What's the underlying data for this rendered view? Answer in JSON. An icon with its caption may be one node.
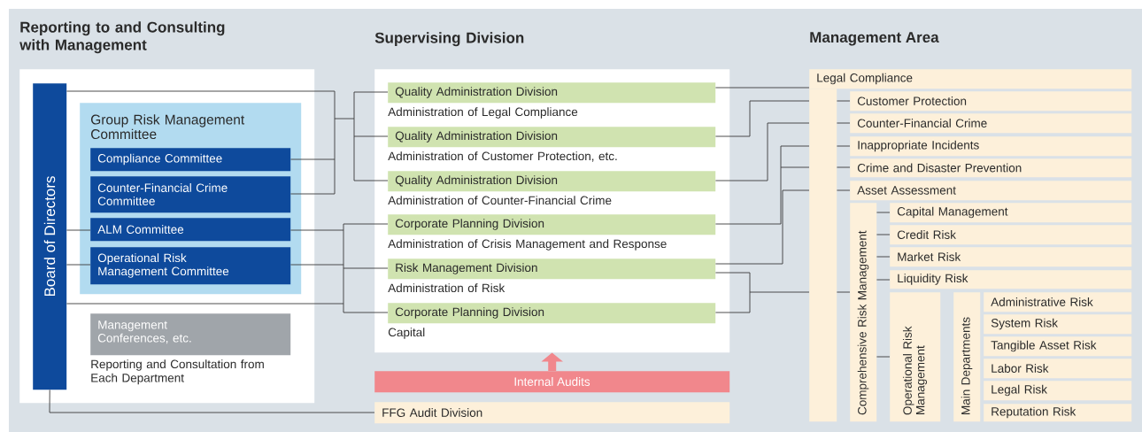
{
  "diagram": {
    "nodes": [
      {
        "text": [
          "Reporting to and Consulting with Management"
        ]
      },
      {
        "text": [
          "Board of Directors"
        ],
        "in": 0
      },
      {
        "text": [
          "Group Risk Management Committee"
        ],
        "in": 0
      },
      {
        "text": [
          "Compliance Committee"
        ],
        "in": 2
      },
      {
        "text": [
          "Counter-Financial Crime Committee"
        ],
        "in": 2
      },
      {
        "text": [
          "ALM Committee"
        ],
        "in": 2
      },
      {
        "text": [
          "Operational Risk Management Committee"
        ],
        "in": 2
      },
      {
        "text": [
          "Management Conferences, etc."
        ],
        "in": 0,
        "beside": [
          "Reporting and Consultation from Each Department"
        ]
      },
      {
        "text": [
          "Supervising Division"
        ]
      },
      {
        "text": [
          "Quality Administration Division"
        ],
        "in": 8,
        "beside": [
          "Administration of Legal Compliance"
        ]
      },
      {
        "text": [
          "Quality Administration Division"
        ],
        "in": 8,
        "beside": [
          "Administration of Customer Protection, etc."
        ]
      },
      {
        "text": [
          "Quality Administration Division"
        ],
        "in": 8,
        "beside": [
          "Administration of Counter-Financial Crime"
        ]
      },
      {
        "text": [
          "Corporate Planning Division"
        ],
        "in": 8,
        "beside": [
          "Administration of Crisis Management and Response"
        ]
      },
      {
        "text": [
          "Risk Management Division"
        ],
        "in": 8,
        "beside": [
          "Administration of Risk"
        ]
      },
      {
        "text": [
          "Corporate Planning Division"
        ],
        "in": 8,
        "beside": [
          "Capital"
        ]
      },
      {
        "text": [
          "Internal Audits"
        ]
      },
      {
        "text": [
          "FFG Audit Division"
        ]
      },
      {
        "text": [
          "Legal Compliance"
        ]
      },
      {
        "text": [
          "Customer Protection"
        ]
      },
      {
        "text": [
          "Counter-Financial Crime"
        ]
      },
      {
        "text": [
          "Inappropriate Incidents"
        ]
      },
      {
        "text": [
          "Crime and Disaster Prevention"
        ]
      },
      {
        "text": [
          "Asset Assessment"
        ]
      },
      {
        "text": [
          "Comprehensive Risk Management"
        ]
      },
      {
        "text": [
          "Capital Management"
        ]
      },
      {
        "text": [
          "Credit Risk"
        ]
      },
      {
        "text": [
          "Market Risk"
        ]
      },
      {
        "text": [
          "Liquidity Risk"
        ]
      },
      {
        "text": [
          "Operational Risk Management"
        ]
      },
      {
        "text": [
          "Main Departments"
        ]
      },
      {
        "text": [
          "Administrative Risk"
        ]
      },
      {
        "text": [
          "System Risk"
        ]
      },
      {
        "text": [
          "Tangible Asset Risk"
        ]
      },
      {
        "text": [
          "Labor Risk"
        ]
      },
      {
        "text": [
          "Legal Risk"
        ]
      },
      {
        "text": [
          "Reputation Risk"
        ]
      },
      {
        "text": [],
        "shape": "bar"
      }
    ],
    "edges": [
      {
        "from": 1,
        "to": 9,
        "arrow": "none"
      },
      {
        "from": 1,
        "to": 10,
        "arrow": "none"
      },
      {
        "from": 1,
        "to": 11,
        "arrow": "none"
      },
      {
        "from": 3,
        "to": 9,
        "arrow": "none"
      },
      {
        "from": 3,
        "to": 10,
        "arrow": "none"
      },
      {
        "from": 3,
        "to": 11,
        "arrow": "none"
      },
      {
        "from": 4,
        "to": 9,
        "arrow": "none"
      },
      {
        "from": 4,
        "to": 10,
        "arrow": "none"
      },
      {
        "from": 4,
        "to": 11,
        "arrow": "none"
      },
      {
        "from": 1,
        "to": 5,
        "arrow": "none"
      },
      {
        "from": 1,
        "to": 6,
        "arrow": "none"
      },
      {
        "from": 5,
        "to": 12,
        "arrow": "none"
      },
      {
        "from": 5,
        "to": 13,
        "arrow": "none"
      },
      {
        "from": 5,
        "to": 14,
        "arrow": "none"
      },
      {
        "from": 6,
        "to": 12,
        "arrow": "none"
      },
      {
        "from": 6,
        "to": 13,
        "arrow": "none"
      },
      {
        "from": 6,
        "to": 14,
        "arrow": "none"
      },
      {
        "from": 1,
        "to": 12,
        "arrow": "none"
      },
      {
        "from": 1,
        "to": 13,
        "arrow": "none"
      },
      {
        "from": 1,
        "to": 14,
        "arrow": "none"
      },
      {
        "from": 1,
        "to": 16,
        "arrow": "none"
      },
      {
        "from": 15,
        "to": 8,
        "arrow": "to",
        "style": "thick",
        "color": "#f1878c"
      },
      {
        "from": 9,
        "to": 17,
        "arrow": "none"
      },
      {
        "from": 10,
        "to": 36,
        "arrow": "none"
      },
      {
        "from": 11,
        "to": 36,
        "arrow": "none"
      },
      {
        "from": 12,
        "to": 36,
        "arrow": "none"
      },
      {
        "from": 13,
        "to": 36,
        "arrow": "none"
      },
      {
        "from": 13,
        "to": 36,
        "arrow": "none"
      },
      {
        "from": 14,
        "to": 36,
        "arrow": "none"
      },
      {
        "from": 36,
        "to": 18,
        "arrow": "none"
      },
      {
        "from": 36,
        "to": 19,
        "arrow": "none"
      },
      {
        "from": 36,
        "to": 20,
        "arrow": "none"
      },
      {
        "from": 36,
        "to": 21,
        "arrow": "none"
      },
      {
        "from": 36,
        "to": 22,
        "arrow": "none"
      },
      {
        "from": 36,
        "to": 23,
        "arrow": "none"
      },
      {
        "from": 23,
        "to": 24,
        "arrow": "none"
      },
      {
        "from": 23,
        "to": 25,
        "arrow": "none"
      },
      {
        "from": 23,
        "to": 26,
        "arrow": "none"
      },
      {
        "from": 23,
        "to": 27,
        "arrow": "none"
      },
      {
        "from": 23,
        "to": 28,
        "arrow": "none"
      }
    ],
    "labels": [
      "Management Area"
    ]
  }
}
